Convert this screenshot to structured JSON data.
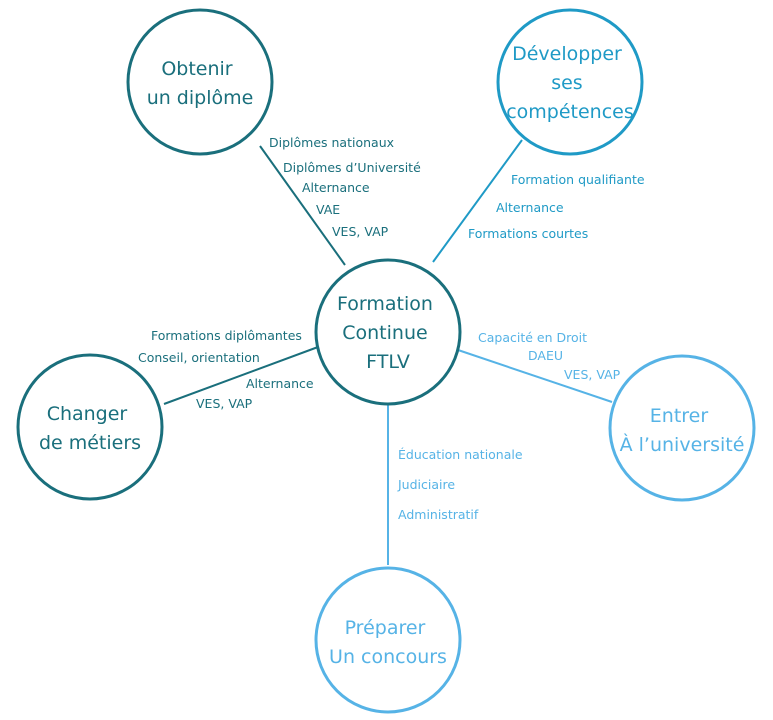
{
  "colors": {
    "dark": "#1a6f7c",
    "mid": "#1f9ac6",
    "light": "#56b3e6"
  },
  "center": {
    "lines": [
      "Formation",
      "Continue",
      "FTLV"
    ]
  },
  "nodes": {
    "diplome": {
      "lines": [
        "Obtenir",
        "un diplôme"
      ]
    },
    "competences": {
      "lines": [
        "Développer",
        "ses",
        "compétences"
      ]
    },
    "metiers": {
      "lines": [
        "Changer",
        "de métiers"
      ]
    },
    "universite": {
      "lines": [
        "Entrer",
        "À l’université"
      ]
    },
    "concours": {
      "lines": [
        "Préparer",
        "Un concours"
      ]
    }
  },
  "labels": {
    "diplome": [
      "Diplômes nationaux",
      "Diplômes d’Université",
      "Alternance",
      "VAE",
      "VES, VAP"
    ],
    "competences": [
      "Formation qualifiante",
      "Alternance",
      "Formations courtes"
    ],
    "metiers": [
      "Formations diplômantes",
      "Conseil, orientation",
      "Alternance",
      "VES, VAP"
    ],
    "universite": [
      "Capacité en Droit",
      "DAEU",
      "VES, VAP"
    ],
    "concours": [
      "Éducation nationale",
      "Judiciaire",
      "Administratif"
    ]
  }
}
